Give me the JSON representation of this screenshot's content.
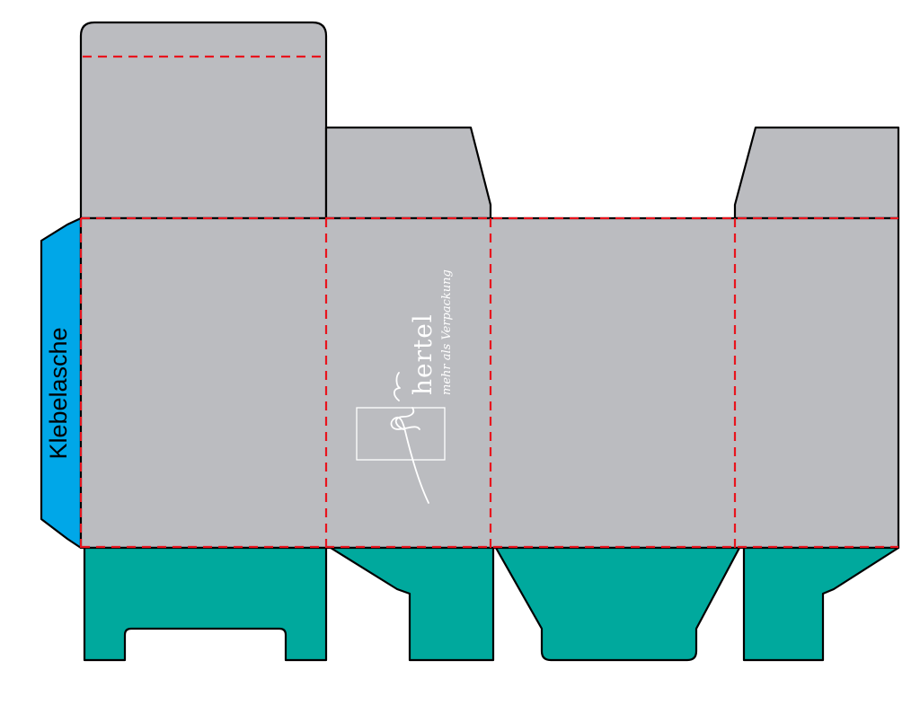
{
  "diagram": {
    "glue_tab_label": "Klebelasche",
    "logo": {
      "brand_name": "hertel",
      "tagline": "mehr als Verpackung"
    }
  },
  "colors": {
    "body_panel": "#bbbcc0",
    "glue_tab": "#00a7e8",
    "bottom_flaps": "#00a99d",
    "outline": "#000000",
    "fold_line": "#e8141d",
    "logo": "#ffffff"
  }
}
